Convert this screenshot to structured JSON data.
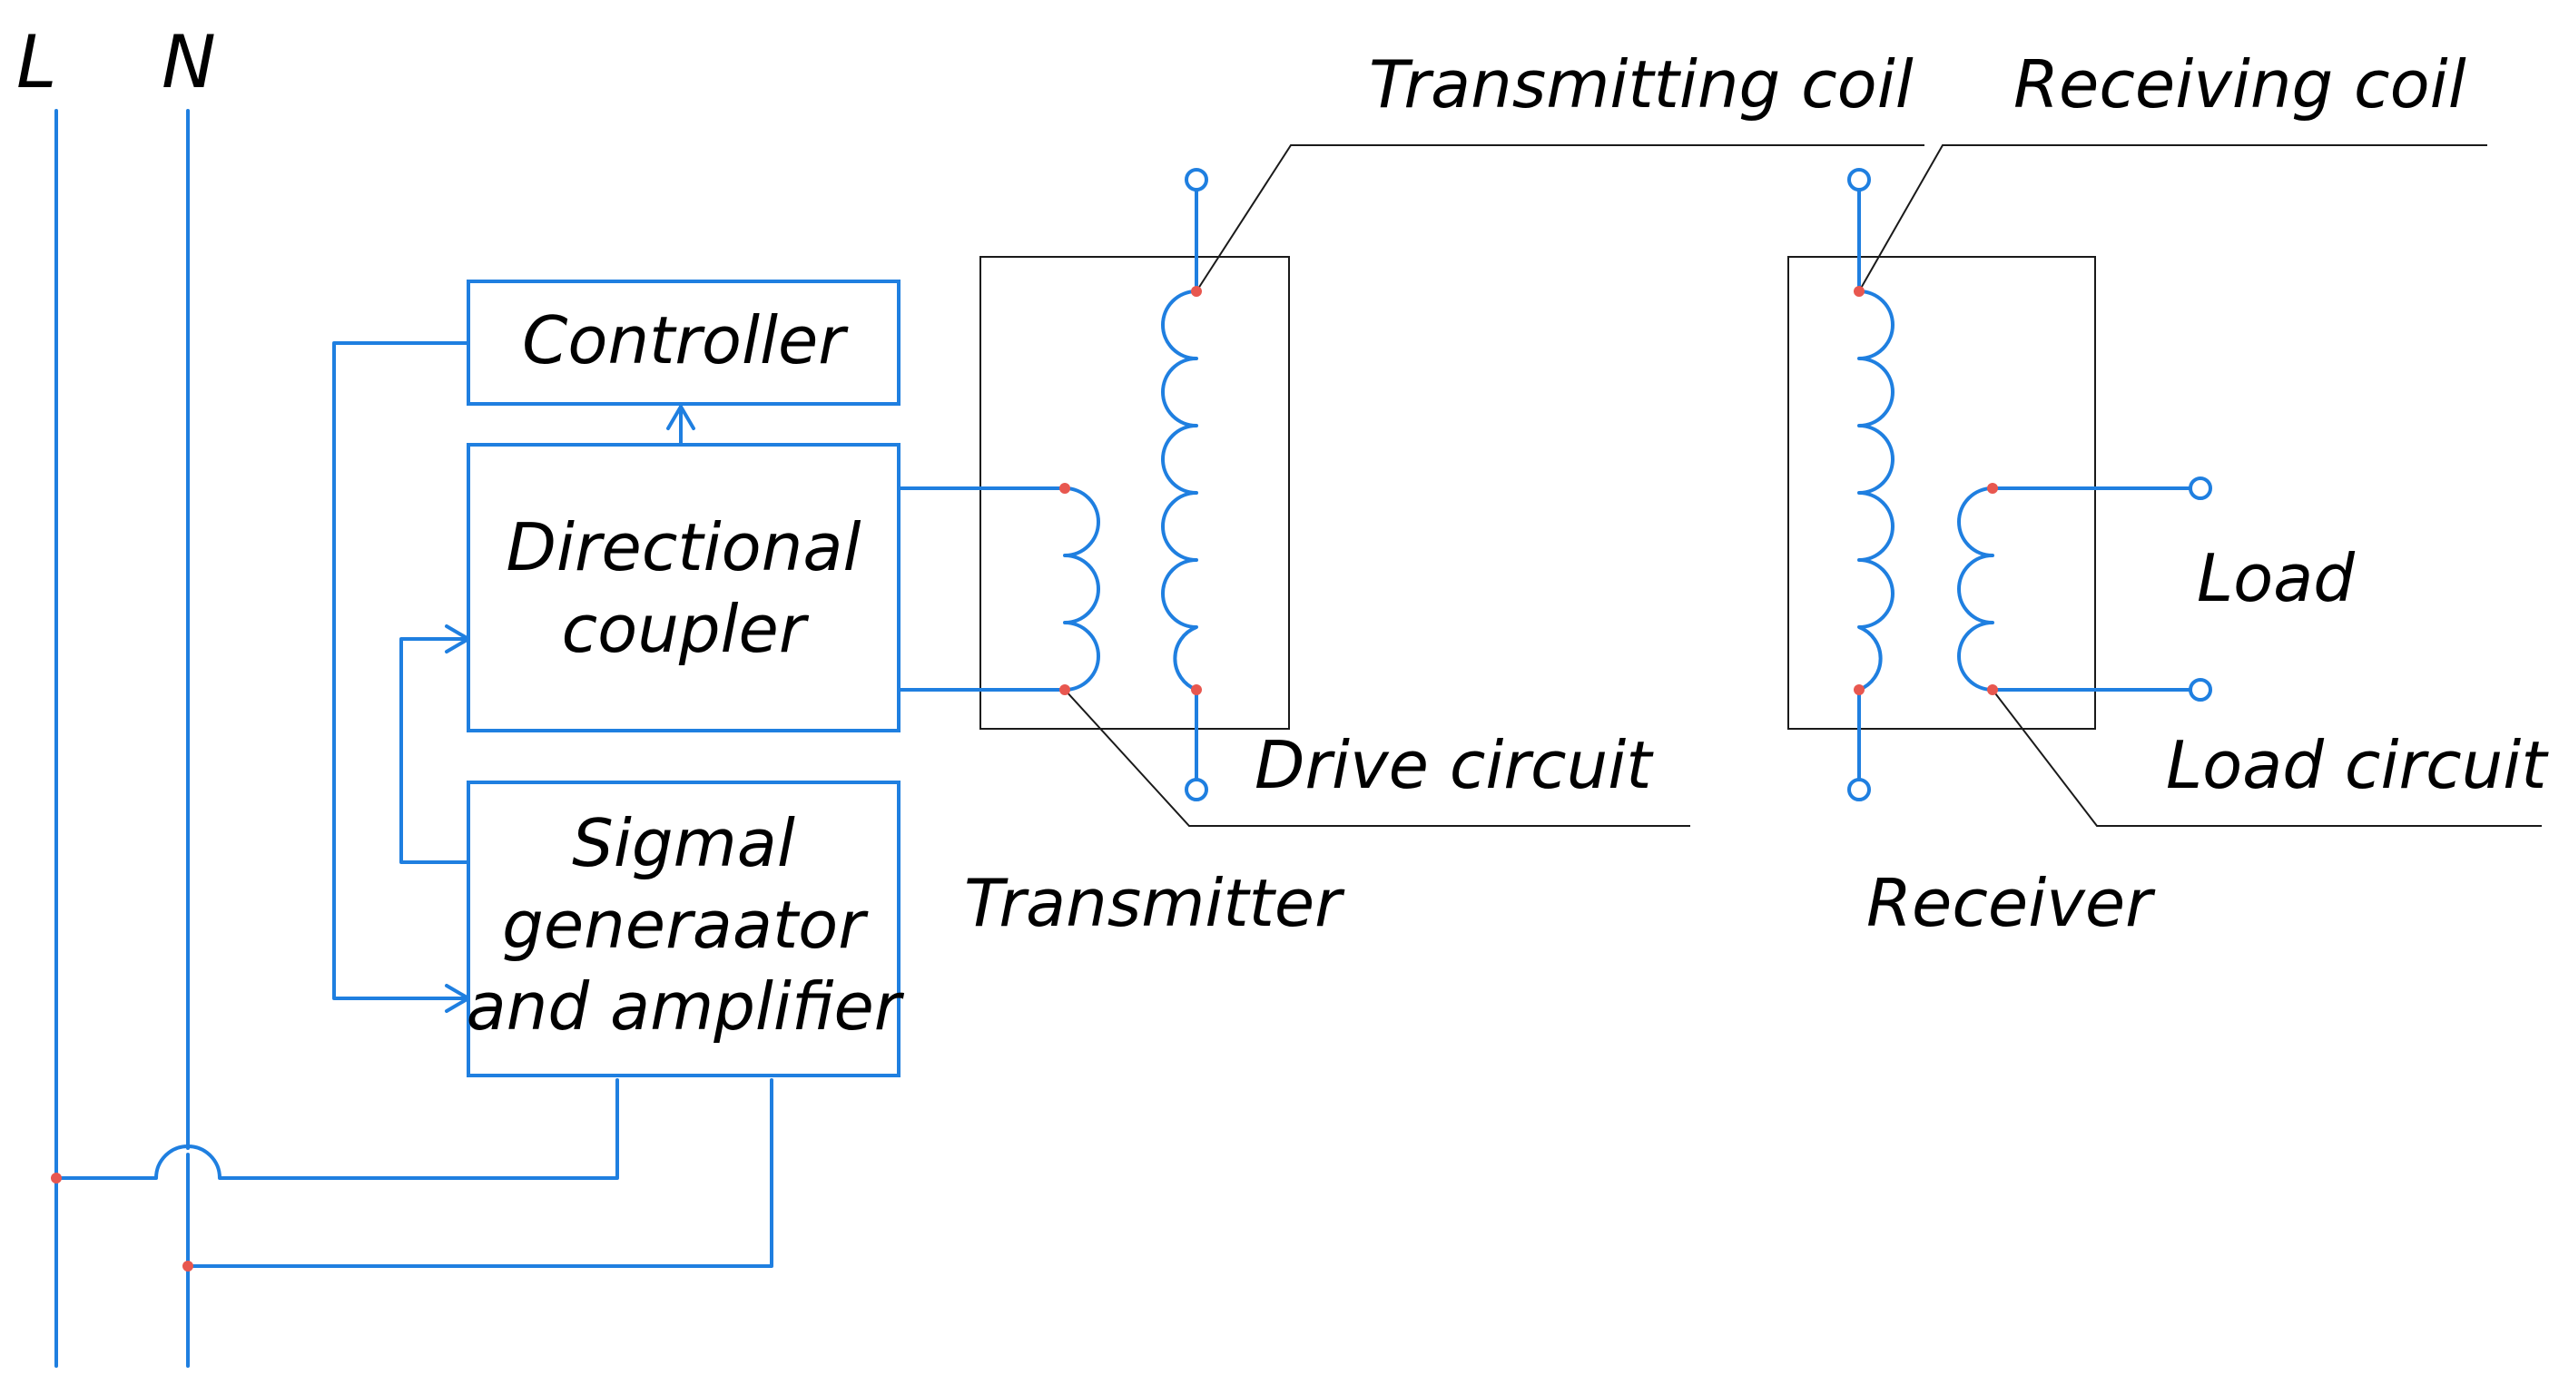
{
  "supply": {
    "line": "L",
    "neutral": "N"
  },
  "blocks": {
    "controller": "Controller",
    "coupler_line1": "Directional",
    "coupler_line2": "coupler",
    "generator_line1": "Sigmal",
    "generator_line2": "generaator",
    "generator_line3": "and amplifier"
  },
  "labels": {
    "transmitting_coil": "Transmitting coil",
    "receiving_coil": "Receiving coil",
    "drive_circuit": "Drive circuit",
    "transmitter": "Transmitter",
    "receiver": "Receiver",
    "load": "Load",
    "load_circuit": "Load circuit"
  },
  "colors": {
    "wire": "#1f7fe0",
    "frame": "#1a1a1a",
    "junction": "#e8574f"
  }
}
